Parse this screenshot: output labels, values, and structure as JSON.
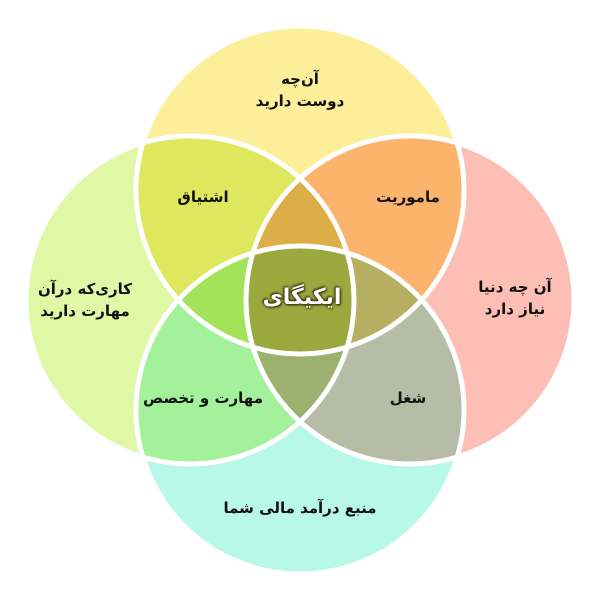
{
  "title": "ایکیگای",
  "circles": {
    "top": {
      "label_lines": [
        "آن‌چه",
        "دوست دارید"
      ],
      "color": "#fdee9a"
    },
    "left": {
      "label_lines": [
        "کاری‌که درآن",
        "مهارت دارید"
      ],
      "color": "#e0f8a6"
    },
    "right": {
      "label_lines": [
        "آن چه دنیا",
        "نیاز دارد"
      ],
      "color": "#fdbfb5"
    },
    "bottom": {
      "label_lines": [
        "منبع درآمد مالی شما"
      ],
      "color": "#b8f8e6"
    }
  },
  "intersections": {
    "top_left": {
      "label": "اشتیاق",
      "color": "#dde85f"
    },
    "top_right": {
      "label": "ماموریت",
      "color": "#fcb46c"
    },
    "bottom_left": {
      "label": "مهارت و تخصص",
      "color": "#a3f19a"
    },
    "bottom_right": {
      "label": "شغل",
      "color": "#b7bca6"
    },
    "top_lens": {
      "color": "#dcae48"
    },
    "left_lens": {
      "color": "#a2e35a"
    },
    "right_lens": {
      "color": "#b6af62"
    },
    "bottom_lens": {
      "color": "#9cb170"
    },
    "center": {
      "label": "ایکیگای",
      "color": "#9aa93e"
    }
  },
  "stroke_color": "#ffffff"
}
